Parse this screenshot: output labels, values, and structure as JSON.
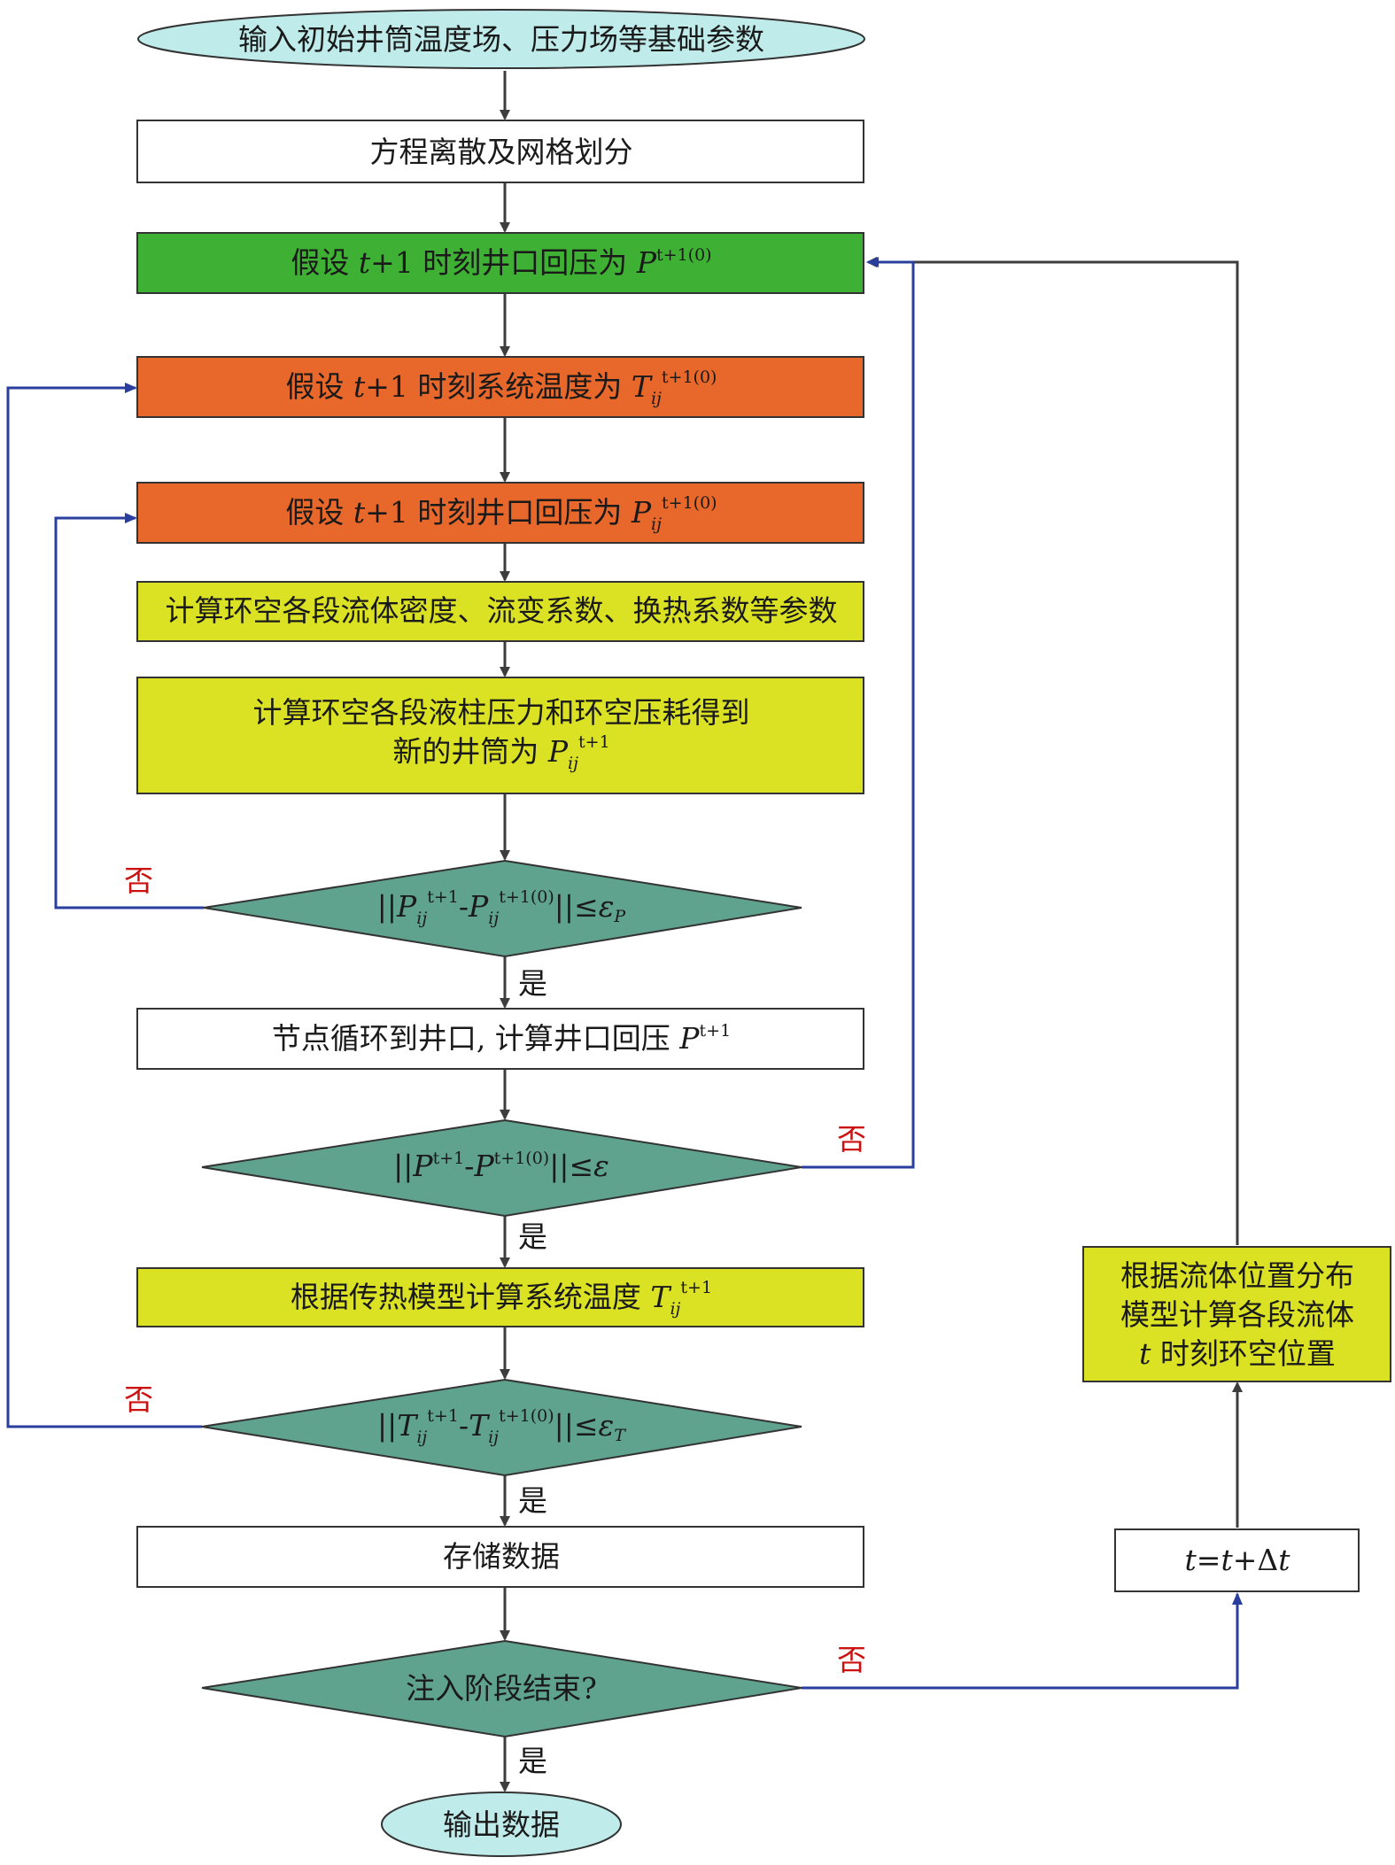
{
  "colors": {
    "ellipse_fill": "#bfeceb",
    "white_fill": "#ffffff",
    "green_fill": "#3eb134",
    "orange_fill": "#e8672b",
    "yellow_fill": "#dbe224",
    "diamond_fill": "#5fa28e",
    "box_stroke": "#333333",
    "main_arrow": "#3d3d3d",
    "loop_arrow": "#2a3e9e",
    "no_label": "#cc1111"
  },
  "nodes": {
    "start": "输入初始井筒温度场、压力场等基础参数",
    "discretize": "方程离散及网格划分",
    "assume_backpressure": {
      "prefix": "假设 ",
      "t": "t",
      "plus1": "+1 时刻井口回压为 ",
      "var": "P",
      "sup": "t+1(0)"
    },
    "assume_temperature": {
      "prefix": "假设 ",
      "t": "t",
      "plus1": "+1 时刻系统温度为 ",
      "var": "T",
      "sub": "ij",
      "sup": "t+1(0)"
    },
    "assume_node_pressure": {
      "prefix": "假设 ",
      "t": "t",
      "plus1": "+1 时刻井口回压为 ",
      "var": "P",
      "sub": "ij",
      "sup": "t+1(0)"
    },
    "calc_params": "计算环空各段流体密度、流变系数、换热系数等参数",
    "calc_pressure": {
      "line1": "计算环空各段液柱压力和环空压耗得到",
      "line2_prefix": "新的井筒为 ",
      "var": "P",
      "sub": "ij",
      "sup": "t+1"
    },
    "check_pressure": {
      "pre": "||",
      "a": "P",
      "a_sub": "ij",
      "a_sup": "t+1",
      "dash": "-",
      "b": "P",
      "b_sub": "ij",
      "b_sup": "t+1(0)",
      "post": "||≤",
      "eps": "ε",
      "eps_sub": "P"
    },
    "node_loop": {
      "text": "节点循环到井口, 计算井口回压 ",
      "var": "P",
      "sup": "t+1"
    },
    "check_backpressure": {
      "pre": "||",
      "a": "P",
      "a_sup": "t+1",
      "dash": "-",
      "b": "P",
      "b_sup": "t+1(0)",
      "post": "||≤",
      "eps": "ε"
    },
    "calc_temperature": {
      "text": "根据传热模型计算系统温度 ",
      "var": "T",
      "sub": "ij",
      "sup": "t+1"
    },
    "check_temperature": {
      "pre": "||",
      "a": "T",
      "a_sub": "ij",
      "a_sup": "t+1",
      "dash": "-",
      "b": "T",
      "b_sub": "ij",
      "b_sup": "t+1(0)",
      "post": "||≤",
      "eps": "ε",
      "eps_sub": "T"
    },
    "store": "存储数据",
    "check_injection": "注入阶段结束?",
    "output": "输出数据",
    "time_step": {
      "t1": "t",
      "eq": "=",
      "t2": "t",
      "plus": "+Δ",
      "t3": "t"
    },
    "fluid_position": {
      "line1": "根据流体位置分布",
      "line2": "模型计算各段流体",
      "line3_var": "t",
      "line3": " 时刻环空位置"
    }
  },
  "labels": {
    "yes": "是",
    "no": "否"
  }
}
